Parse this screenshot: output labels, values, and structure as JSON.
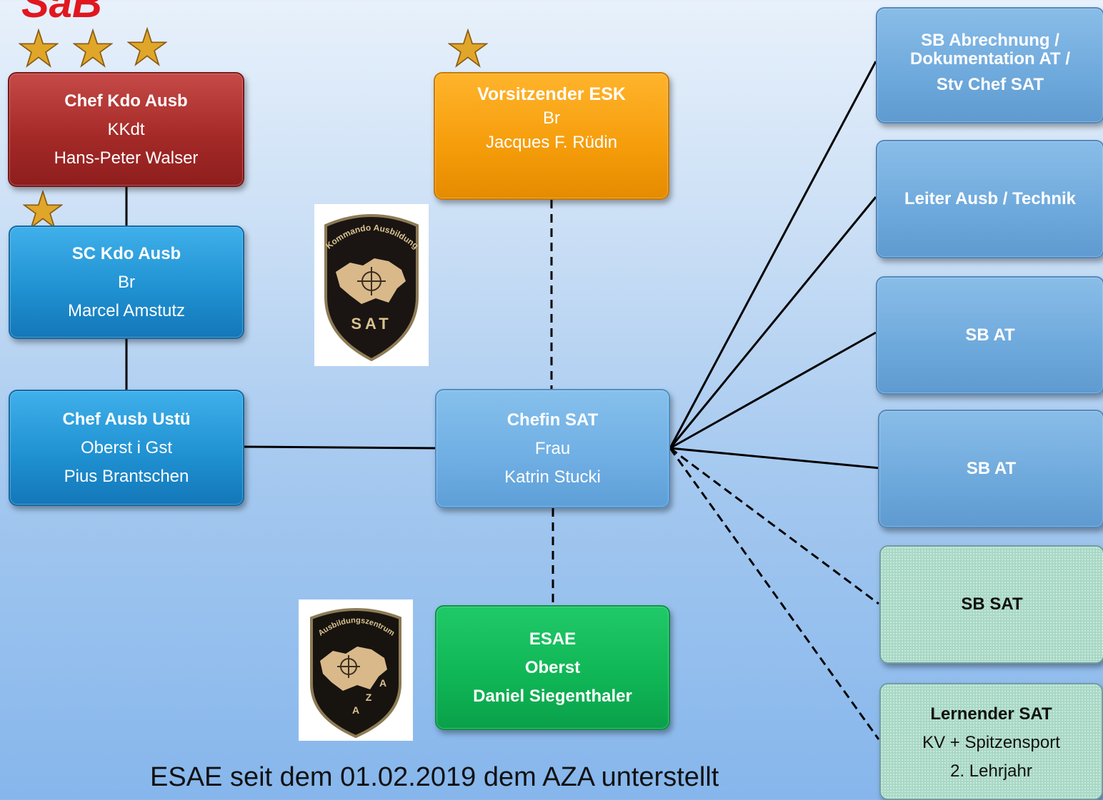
{
  "title": "SaB",
  "boxes": {
    "chef_kdo": {
      "title": "Chef Kdo Ausb",
      "rank": "KKdt",
      "name": "Hans-Peter Walser"
    },
    "sc_kdo": {
      "title": "SC Kdo Ausb",
      "rank": "Br",
      "name": "Marcel Amstutz"
    },
    "chef_ustue": {
      "title": "Chef Ausb Ustü",
      "rank": "Oberst i Gst",
      "name": "Pius Brantschen"
    },
    "vorsitz_esk": {
      "title": "Vorsitzender ESK",
      "rank": "Br",
      "name": "Jacques F. Rüdin"
    },
    "chefin_sat": {
      "title": "Chefin SAT",
      "rank": "Frau",
      "name": "Katrin Stucki"
    },
    "esae": {
      "title": "ESAE",
      "rank": "Oberst",
      "name": "Daniel Siegenthaler"
    },
    "sb_abrechnung": {
      "line1": "SB Abrechnung /",
      "line2": "Dokumentation AT /",
      "line3": "Stv Chef SAT"
    },
    "leiter_ausb": {
      "title": "Leiter Ausb / Technik"
    },
    "sb_at_1": {
      "title": "SB AT"
    },
    "sb_at_2": {
      "title": "SB AT"
    },
    "sb_sat": {
      "title": "SB SAT"
    },
    "lernender": {
      "title": "Lernender SAT",
      "line2": "KV + Spitzensport",
      "line3": "2. Lehrjahr"
    }
  },
  "logos": {
    "sat": {
      "arc_text": "Kommando Ausbildung",
      "label": "SAT"
    },
    "aza": {
      "arc_text": "Ausbildungszentrum",
      "letters": [
        "A",
        "Z",
        "A"
      ]
    }
  },
  "footnote": "ESAE seit dem 01.02.2019 dem AZA unterstellt",
  "colors": {
    "red": "#a52a28",
    "blue": "#1e8fd0",
    "orange": "#f59c0a",
    "green": "#0fb555",
    "title": "#e0171f",
    "star": "#e0a62a"
  }
}
